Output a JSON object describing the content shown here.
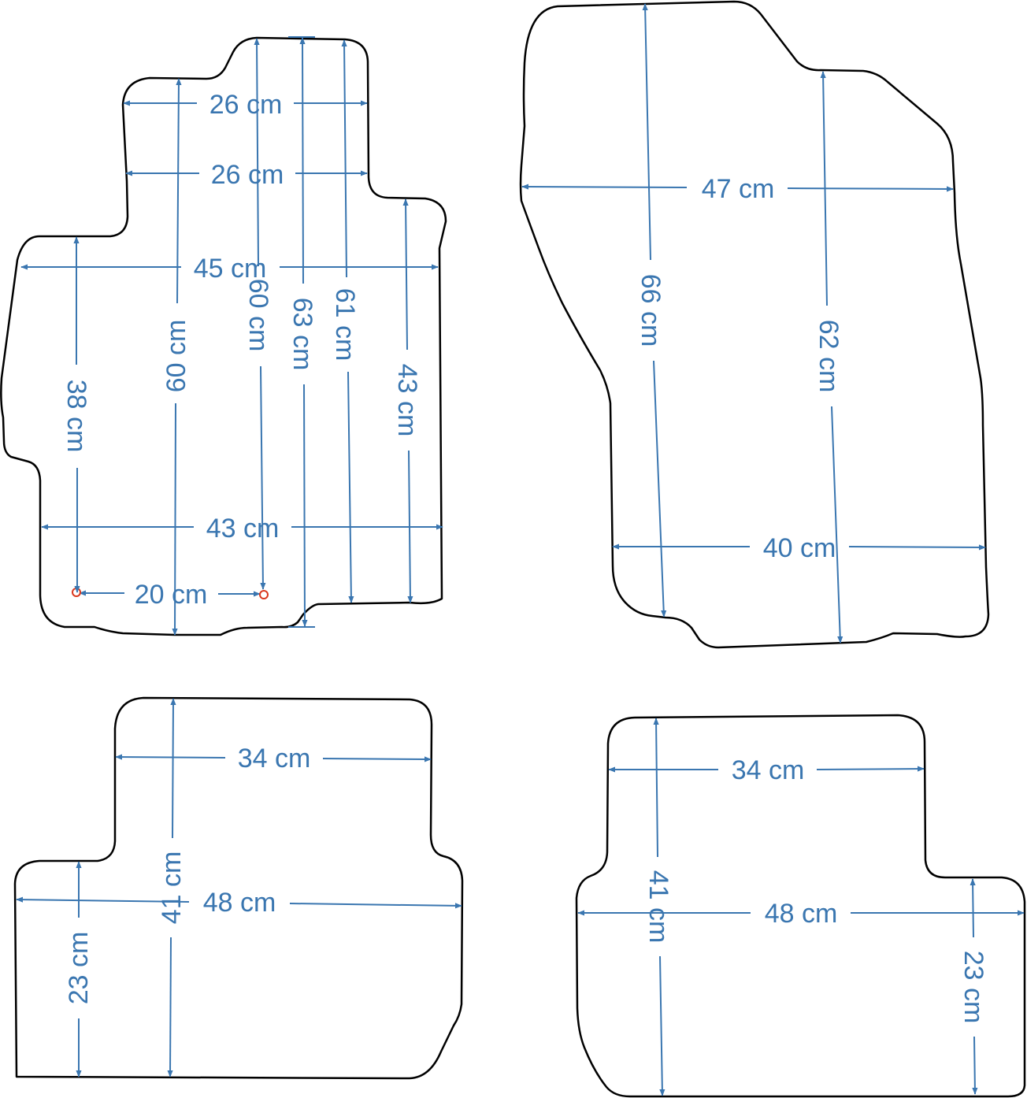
{
  "colors": {
    "outline": "#000000",
    "dimension": "#3a76b0",
    "marker": "#d9381e",
    "background": "#ffffff"
  },
  "mats": {
    "front_left": {
      "dimensions": [
        {
          "id": "top-width-1",
          "label": "26 cm"
        },
        {
          "id": "top-width-2",
          "label": "26 cm"
        },
        {
          "id": "mid-width",
          "label": "45 cm"
        },
        {
          "id": "bottom-width",
          "label": "43 cm"
        },
        {
          "id": "heel-width",
          "label": "20 cm"
        },
        {
          "id": "left-height",
          "label": "38 cm"
        },
        {
          "id": "height-a",
          "label": "60 cm"
        },
        {
          "id": "height-b",
          "label": "60 cm"
        },
        {
          "id": "height-c",
          "label": "63 cm"
        },
        {
          "id": "height-d",
          "label": "61 cm"
        },
        {
          "id": "right-height",
          "label": "43 cm"
        }
      ]
    },
    "front_right": {
      "dimensions": [
        {
          "id": "top-width",
          "label": "47 cm"
        },
        {
          "id": "left-height",
          "label": "66 cm"
        },
        {
          "id": "right-height",
          "label": "62 cm"
        },
        {
          "id": "bottom-width",
          "label": "40 cm"
        }
      ]
    },
    "rear_left": {
      "dimensions": [
        {
          "id": "top-width",
          "label": "34 cm"
        },
        {
          "id": "height",
          "label": "41 cm"
        },
        {
          "id": "width",
          "label": "48 cm"
        },
        {
          "id": "side-height",
          "label": "23 cm"
        }
      ]
    },
    "rear_right": {
      "dimensions": [
        {
          "id": "top-width",
          "label": "34 cm"
        },
        {
          "id": "height",
          "label": "41 cm"
        },
        {
          "id": "width",
          "label": "48 cm"
        },
        {
          "id": "side-height",
          "label": "23 cm"
        }
      ]
    }
  }
}
